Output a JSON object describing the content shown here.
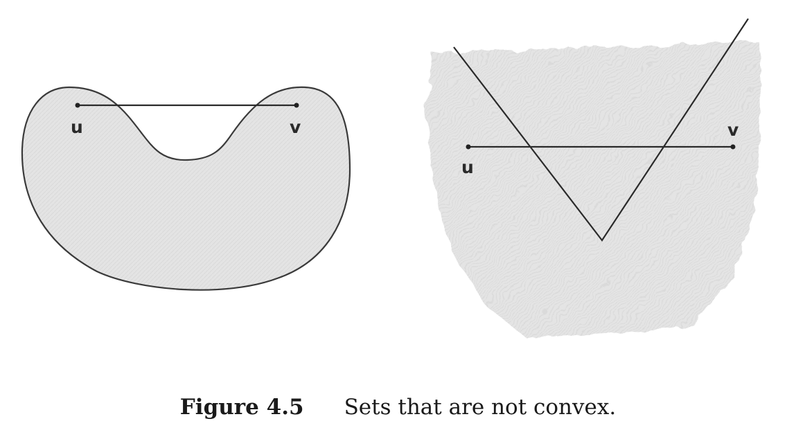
{
  "figure": {
    "number": "Figure 4.5",
    "caption": "Sets that are not convex.",
    "fill_color": "#e6e6e6",
    "stroke_color": "#3a3a3a"
  },
  "left_set": {
    "point_u": "u",
    "point_v": "v"
  },
  "right_set": {
    "point_u": "u",
    "point_v": "v"
  }
}
